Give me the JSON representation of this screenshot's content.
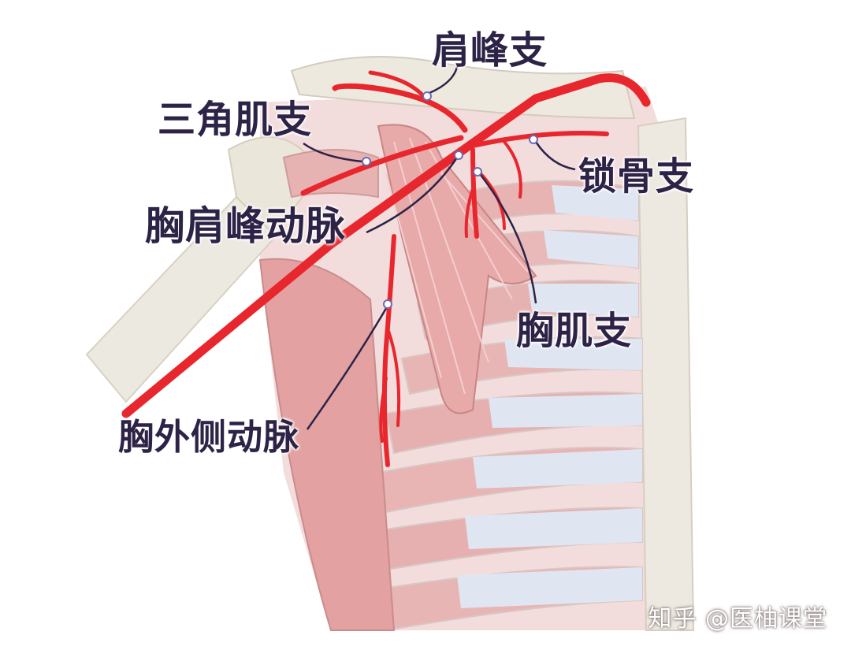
{
  "labels": {
    "acromial_branch": "肩峰支",
    "deltoid_branch": "三角肌支",
    "clavicular_branch": "锁骨支",
    "thoracoacromial_artery": "胸肩峰动脉",
    "pectoral_branch": "胸肌支",
    "lateral_thoracic_artery": "胸外侧动脉"
  },
  "watermark": "知乎 @医柚课堂",
  "colors": {
    "artery": "#e8262d",
    "leader_line": "#2d2347",
    "label_text": "#2d2347",
    "muscle": "#e6a4a4",
    "bone": "#ece9e0",
    "cartilage": "#dfe6f2"
  }
}
